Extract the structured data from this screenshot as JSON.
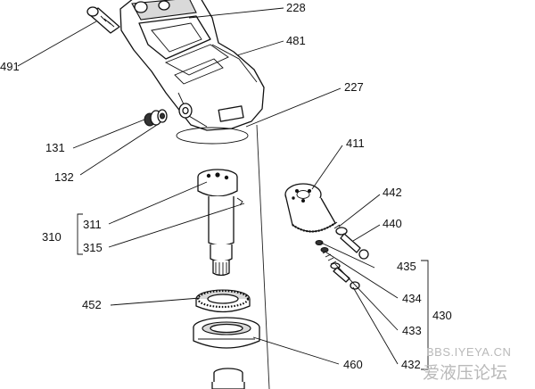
{
  "diagram": {
    "labels": {
      "l228": "228",
      "l481": "481",
      "l491": "491",
      "l227": "227",
      "l131": "131",
      "l132": "132",
      "l411": "411",
      "l442": "442",
      "l440": "440",
      "l311": "311",
      "l310": "310",
      "l315": "315",
      "l435": "435",
      "l434": "434",
      "l430": "430",
      "l433": "433",
      "l452": "452",
      "l460": "460",
      "l432": "432"
    }
  },
  "watermark": {
    "url": "BBS.IYEYA.CN",
    "name": "爱液压论坛"
  },
  "colors": {
    "line": "#111111",
    "shade": "#d9d9d9",
    "watermark": "#b9b9b9"
  }
}
